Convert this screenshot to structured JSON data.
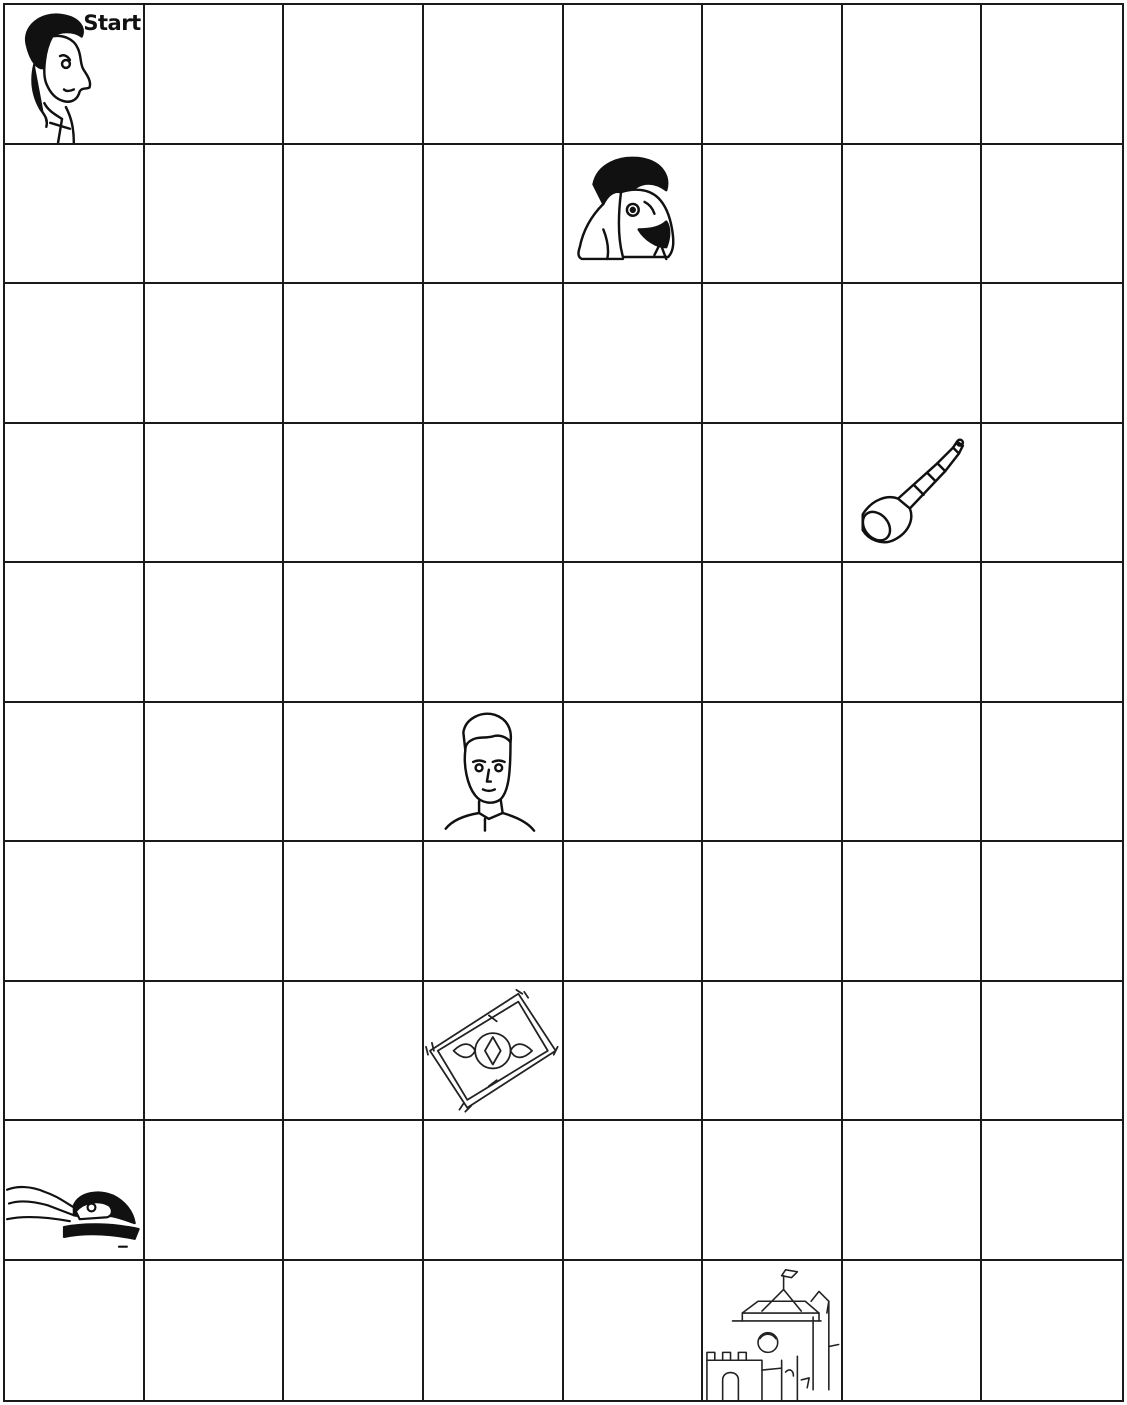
{
  "board": {
    "rows": 10,
    "cols": 8,
    "start_label": "Start",
    "line_color": "#1a1a1a",
    "pieces": [
      {
        "name": "prince-with-turban-icon",
        "row": 0,
        "col": 0
      },
      {
        "name": "bearded-man-icon",
        "row": 1,
        "col": 4
      },
      {
        "name": "telescope-icon",
        "row": 3,
        "col": 6
      },
      {
        "name": "young-man-icon",
        "row": 5,
        "col": 3
      },
      {
        "name": "magic-carpet-icon",
        "row": 7,
        "col": 3
      },
      {
        "name": "sleeping-man-icon",
        "row": 8,
        "col": 0
      },
      {
        "name": "castle-icon",
        "row": 9,
        "col": 5
      }
    ]
  }
}
